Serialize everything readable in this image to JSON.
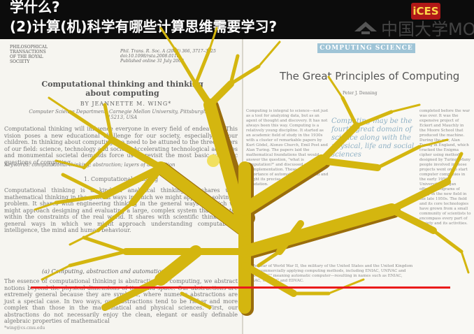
{
  "slide": {
    "title_line1": "学什么?",
    "title_line2": "(2)计算(机)科学有哪些计算思维需要学习?"
  },
  "branding": {
    "badge": "iCES",
    "mooc_text": "中国大学MOOC"
  },
  "left_paper": {
    "journal_name": "PHILOSOPHICAL TRANSACTIONS OF THE ROYAL SOCIETY",
    "journal_ref": "Phil. Trans. R. Soc. A (2008) 366, 3717–3725",
    "doi": "doi:10.1098/rsta.2008.0118",
    "published": "Published online 31 July 2008",
    "title_line1": "Computational thinking and thinking",
    "title_line2": "about computing",
    "author": "BY JEANNETTE M. WING*",
    "affiliation": "Computer Science Department, Carnegie Mellon University, Pittsburgh, PA 15213, USA",
    "abstract_text": "Computational thinking will influence everyone in every field of endeavour. This vision poses a new educational challenge for our society, especially for our children. In thinking about computing, we need to be attuned to the three drivers of our field: science, technology and society. Accelerating technological advances and monumental societal demands force us to revisit the most basic scientific questions of computing.",
    "keywords_text": "Keywords: computational thinking; abstraction; layers of abstraction",
    "section_heading": "1. Computational thinking",
    "body_text": "Computational thinking is a kind of analytical thinking. It shares with mathematical thinking in the general ways in which we might approach solving a problem. It shares with engineering thinking in the general ways in which we might approach designing and evaluating a large, complex system that operates within the constraints of the real world. It shares with scientific thinking the general ways in which we might approach understanding computability, intelligence, the mind and human behaviour.",
    "subsection": "(a) Computing, abstraction and automation",
    "lower_text": "The essence of computational thinking is abstraction. In computing, we abstract notions beyond the physical dimensions of time and space. Our abstractions are extremely general because they are symbolic, where numeric abstractions are just a special case. In two ways, our abstractions tend to be richer and more complex than those in the mathematical and physical sciences. First, our abstractions do not necessarily enjoy the clean, elegant or easily definable algebraic properties of mathematical",
    "footnote": "*wing@cs.cmu.edu"
  },
  "right_paper": {
    "banner": "COMPUTING SCIENCE",
    "title": "The Great Principles of Computing",
    "author": "Peter J. Denning",
    "pull_quote": "Computing may be the fourth great domain of science along with the physical, life and social sciences",
    "col_left": "Computing is integral to science—not just as a tool for analyzing data, but as an agent of thought and discovery. It has not always been this way. Computing is a relatively young discipline. It started as an academic field of study in the 1930s with a cluster of remarkable papers by Kurt Gödel, Alonzo Church, Emil Post and Alan Turing. The papers laid the mathematical foundations that would answer the question, \"what is computation?\" and discussed schemes for its implementation. These men saw the importance of automatic computation and sought its precise mathematical foundation.",
    "col_right": "completed before the war was over. It was the expensive project of Eckert and Mauchly in the Moore School that produced the machine. During the war, Alan Turing in England, which cracked the Enigma cipher using methods designed by Turing. Many people involved in those projects went on to start computer companies in the early 1950s. Universities began offering programs of study in the new field in the late 1950s. The field and its core technologies have grown from a small community of scientists to encompass every part of society and its activities.",
    "col_bottom": "As the war of World War II, the military of the United States and the United Kingdom began commercially applying computing methods, including ENIAC, UNIVAC and EDSAC. \"AC\" meaning automatic computer—resulting in names such as ENIAC, EDSAC, UNIVAC and EDVAC."
  },
  "colors": {
    "tree": "#d4b60f",
    "tree_shadow": "#9a6d0c",
    "underline": "#ea1b1b",
    "title_bar": "#0c0c0c",
    "title_text": "#ffffff"
  }
}
